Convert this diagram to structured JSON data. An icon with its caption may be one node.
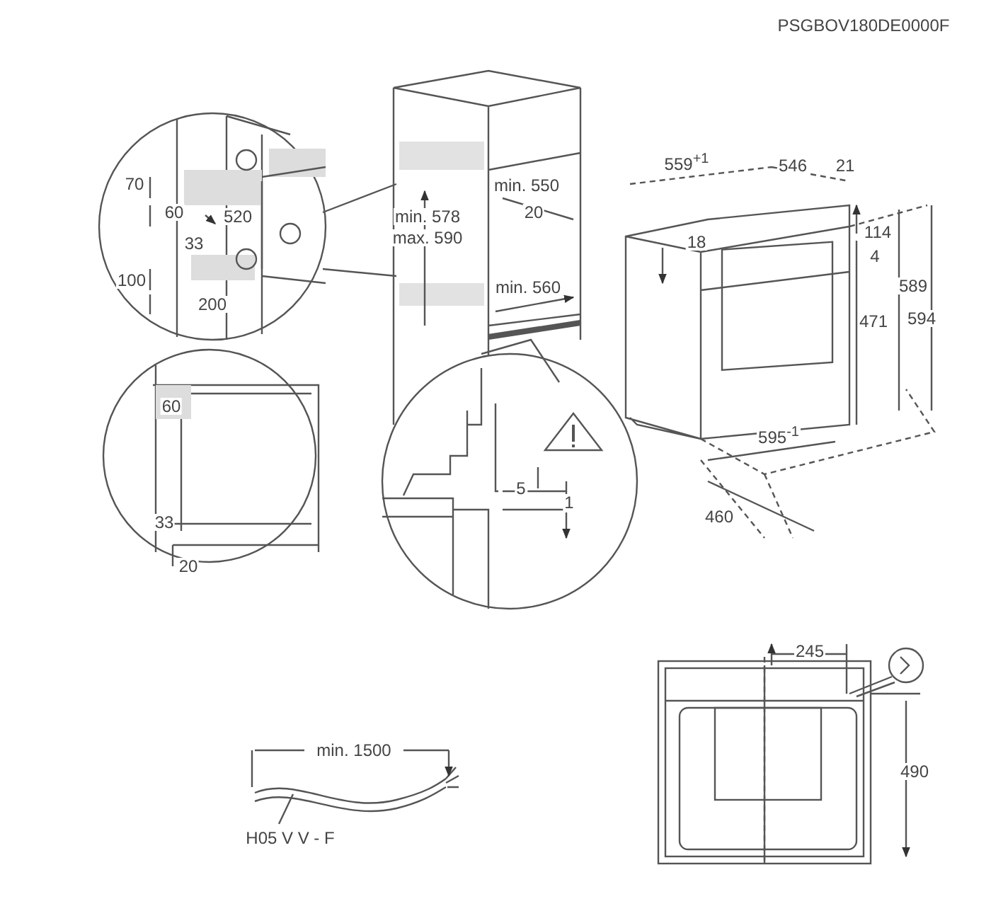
{
  "diagram": {
    "nodes": [
      {
        "text": [
          "H05 V V - F"
        ]
      },
      {
        "text": [],
        "shape": "picture"
      }
    ],
    "edges": [
      {
        "from": 0,
        "to": 1,
        "arrow": "none"
      }
    ],
    "labels": [
      "PSGBOV180DE0000F",
      "70",
      "60",
      "520",
      "33",
      "100",
      "200",
      "min. 550",
      "min. 578",
      "max. 590",
      "20",
      "min. 560",
      "559$^{+1}$",
      "546",
      "21",
      "18",
      "114",
      "4",
      "589",
      "471",
      "594",
      "595$^{-1}$",
      "460",
      "60",
      "33",
      "20",
      "5",
      "1",
      "min. 1500",
      "245",
      "490"
    ]
  }
}
